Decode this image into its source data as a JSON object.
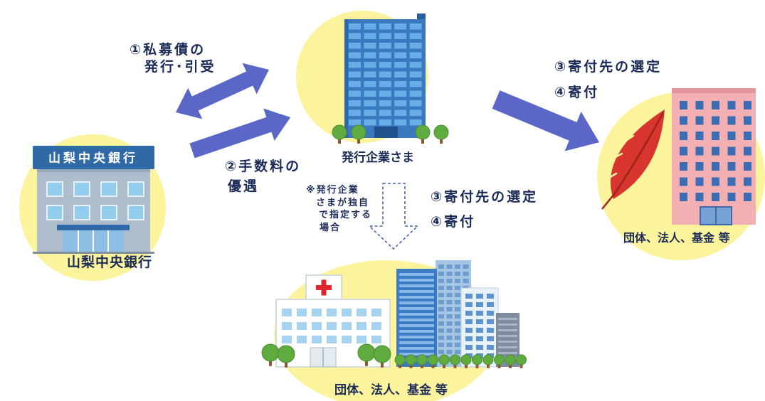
{
  "bank": {
    "sign": "山梨中央銀行",
    "label": "山梨中央銀行"
  },
  "issuer": {
    "label": "発行企業さま"
  },
  "flows": {
    "issue_underwrite": [
      "①私募債の",
      "発行･引受"
    ],
    "fee_discount": [
      "②手数料の",
      "優遇"
    ],
    "donation_designated": [
      "③寄付先の選定",
      "④寄付"
    ],
    "donation_independent": [
      "③寄付先の選定",
      "④寄付"
    ],
    "independent_note": [
      "※発行企業",
      "さまが独自",
      "で指定する",
      "場合"
    ]
  },
  "recipients": {
    "designated_label": "団体、法人、基金 等",
    "independent_label": "団体、法人、基金 等"
  },
  "icons": {
    "bank": "bank-building-icon",
    "issuer": "office-building-icon",
    "designated": "feather-icon",
    "independent": "hospital-icon"
  },
  "colors": {
    "circle": "#fcf49c",
    "arrow": "#5a67c7",
    "dashed_arrow": "#4a63b5",
    "text": "#1b2b58"
  }
}
